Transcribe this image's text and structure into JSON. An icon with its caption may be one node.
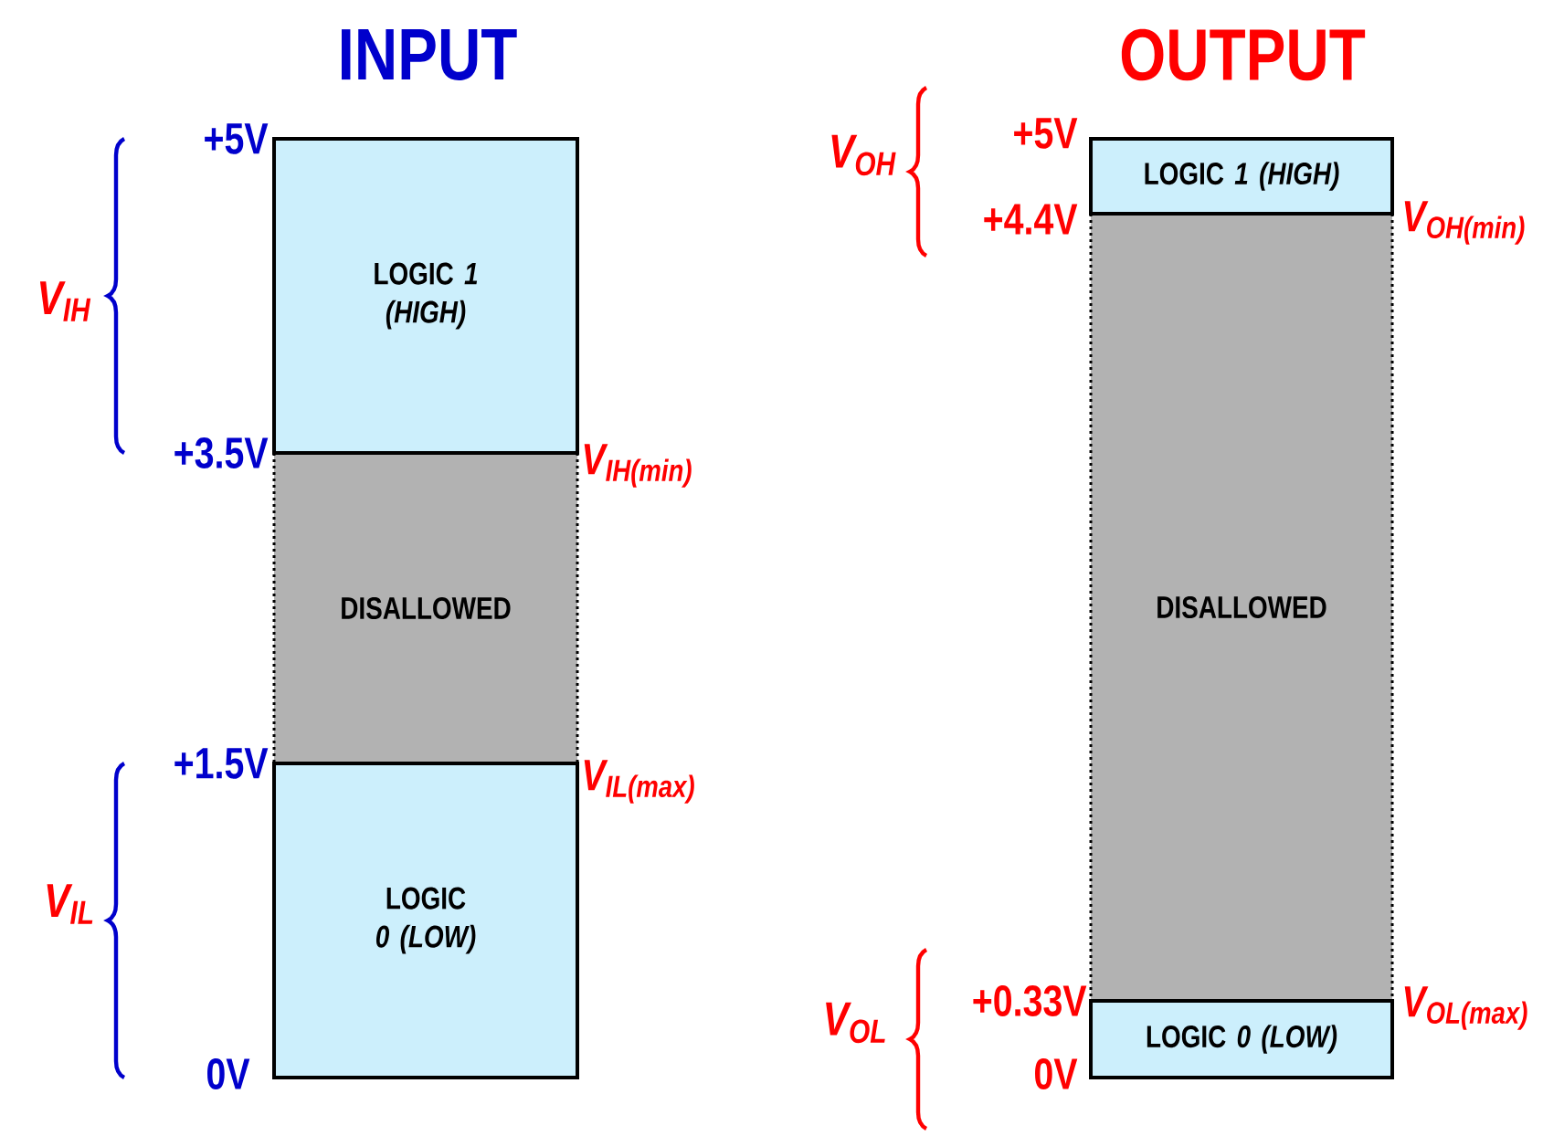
{
  "diagram": {
    "nodes": [
      {
        "text": [
          "LOGIC *1* *(HIGH)*"
        ]
      },
      {
        "text": [
          "DISALLOWED"
        ]
      },
      {
        "text": [
          "LOGIC *0* *(LOW)*"
        ]
      },
      {
        "text": [
          "LOGIC *1* *(HIGH)*"
        ]
      },
      {
        "text": [
          "DISALLOWED"
        ]
      },
      {
        "text": [
          "LOGIC *0* *(LOW)*"
        ]
      }
    ],
    "labels": [
      "INPUT",
      "OUTPUT",
      "+5V",
      "V$_{IH}$",
      "+3.5V",
      "V$_{IH(min)}$",
      "+1.5V",
      "V$_{IL(max)}$",
      "V$_{IL}$",
      "0V",
      "V$_{OH}$",
      "+5V",
      "+4.4V",
      "V$_{OH(min)}$",
      "V$_{OL}$",
      "+0.33V",
      "V$_{OL(max)}$",
      "0V"
    ]
  }
}
